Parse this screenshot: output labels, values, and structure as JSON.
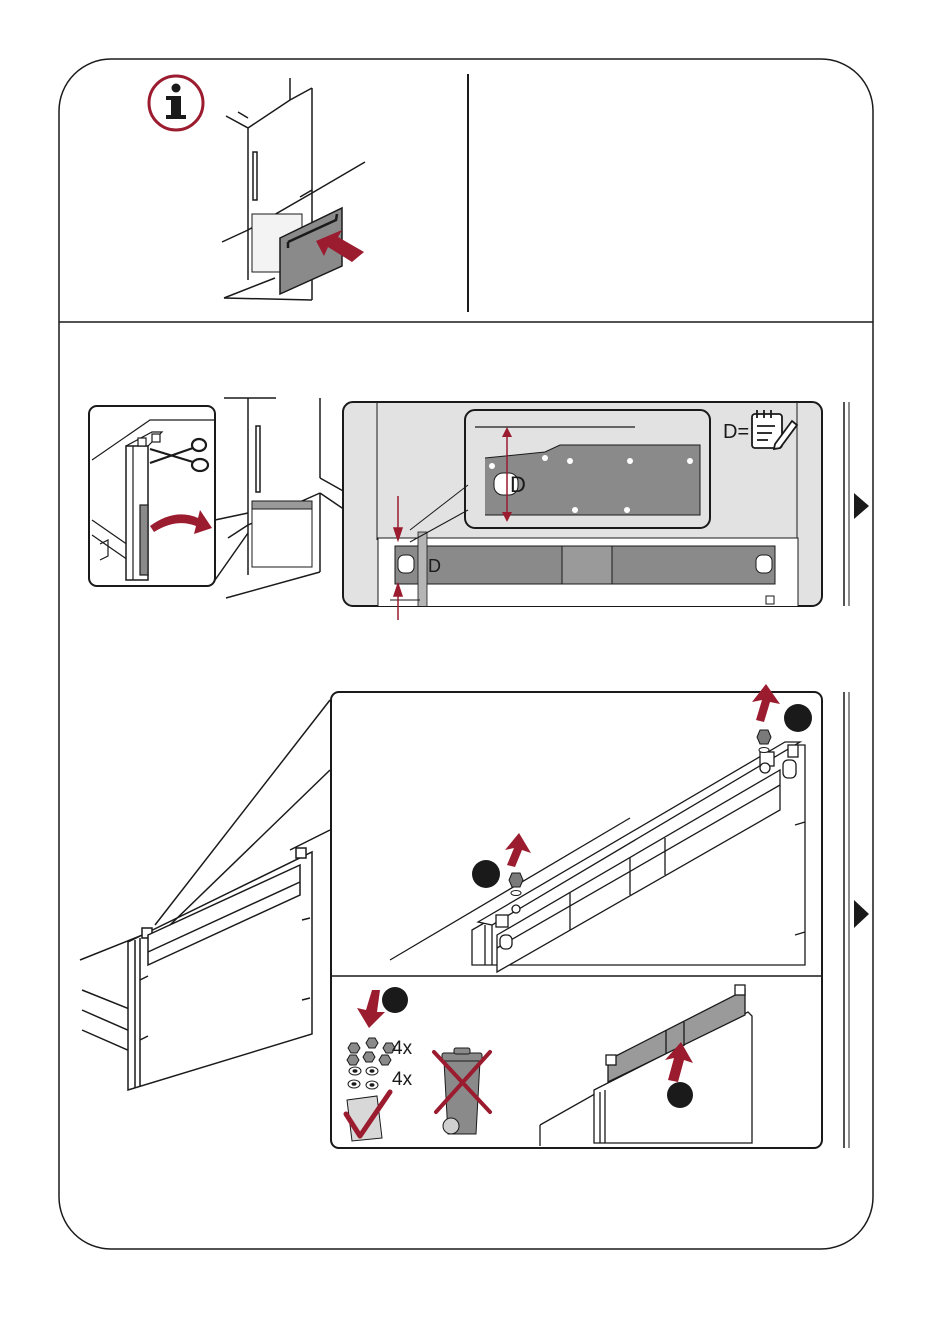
{
  "labels": {
    "d_label": "D",
    "d_equals": "D=",
    "nuts_count": "4x",
    "washers_count": "4x"
  },
  "colors": {
    "accent_red": "#9b1b2f",
    "panel_gray": "#8a8a8a",
    "bracket_gray": "#9a9a9a",
    "line_black": "#1a1a1a",
    "zoom_bg": "#e2e2e2"
  },
  "icons": {
    "info": "info-icon",
    "scissors": "scissors-icon",
    "notepad": "notepad-pencil-icon",
    "arrow_next": "play-arrow-icon",
    "waste_bin": "waste-bin-crossed-icon",
    "checkmark": "checkmark-icon"
  }
}
